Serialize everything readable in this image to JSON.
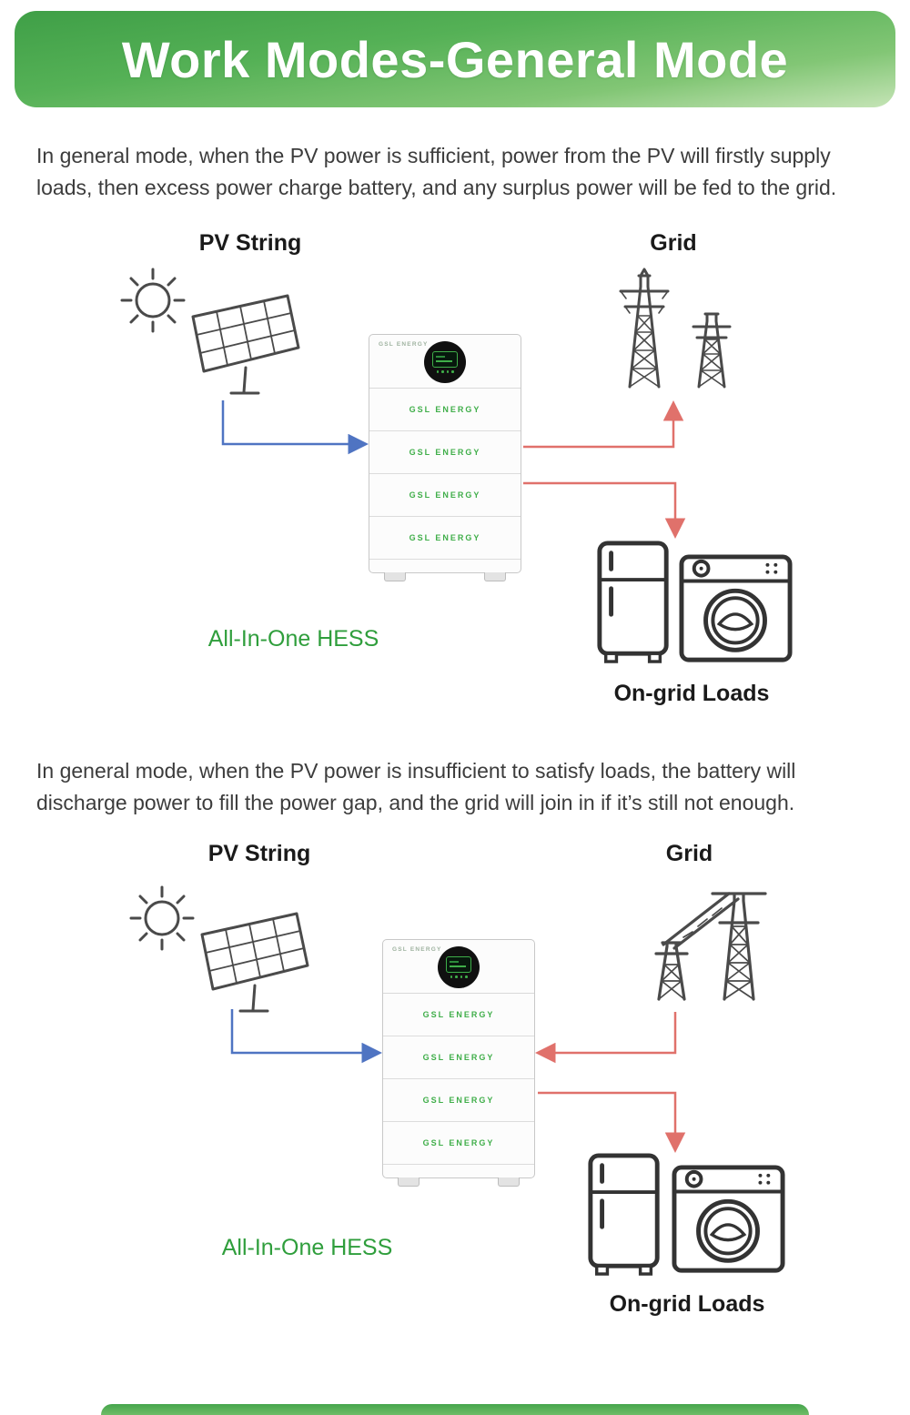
{
  "header": {
    "title": "Work Modes-General Mode"
  },
  "paragraphs": {
    "p1": "In general mode, when the PV power is sufficient, power from the PV will firstly supply loads, then excess power charge battery, and any surplus power will be fed to the grid.",
    "p2": "In general mode, when the PV power is insufficient to satisfy loads, the battery will discharge power to fill the power gap, and the grid will join in if it’s still not enough."
  },
  "diagram1": {
    "pv_label": "PV String",
    "grid_label": "Grid",
    "hess_label": "All-In-One HESS",
    "loads_label": "On-grid Loads",
    "brand": "GSL ENERGY",
    "modules": [
      "GSL ENERGY",
      "GSL ENERGY",
      "GSL ENERGY",
      "GSL ENERGY"
    ]
  },
  "diagram2": {
    "pv_label": "PV String",
    "grid_label": "Grid",
    "hess_label": "All-In-One HESS",
    "loads_label": "On-grid Loads",
    "brand": "GSL ENERGY",
    "modules": [
      "GSL ENERGY",
      "GSL ENERGY",
      "GSL ENERGY",
      "GSL ENERGY"
    ]
  },
  "icons": {
    "pv": "sun-solar-panel-icon",
    "grid": "transmission-tower-icon",
    "loads_fridge": "refrigerator-icon",
    "loads_washer": "washing-machine-icon"
  },
  "colors": {
    "banner_green_top": "#3f9f47",
    "banner_green_bottom": "#c5e4b6",
    "accent_green": "#2f9e3c",
    "module_text_green": "#3fae49",
    "arrow_blue": "#4f74c2",
    "arrow_red": "#e0716b",
    "body_text": "#3c3c3c"
  }
}
